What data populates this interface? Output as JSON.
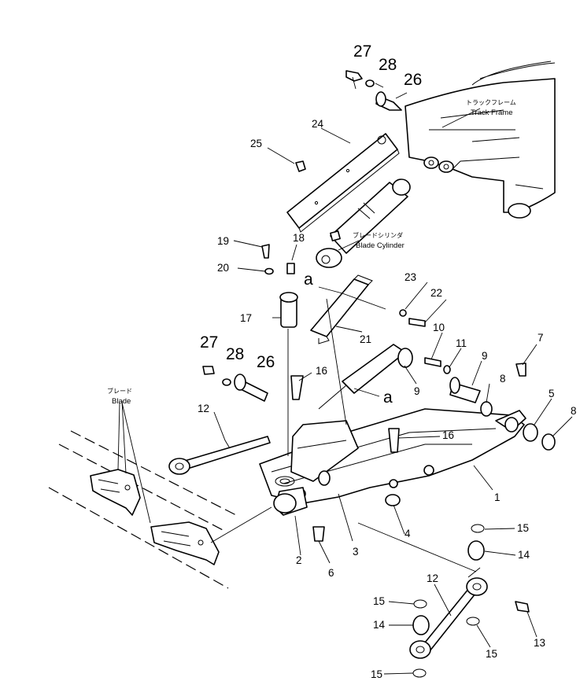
{
  "diagram": {
    "parts": [
      {
        "ref": "1"
      },
      {
        "ref": "2"
      },
      {
        "ref": "3"
      },
      {
        "ref": "4"
      },
      {
        "ref": "5"
      },
      {
        "ref": "6"
      },
      {
        "ref": "7"
      },
      {
        "ref": "8"
      },
      {
        "ref": "9"
      },
      {
        "ref": "10"
      },
      {
        "ref": "11"
      },
      {
        "ref": "12"
      },
      {
        "ref": "13"
      },
      {
        "ref": "14"
      },
      {
        "ref": "15"
      },
      {
        "ref": "16"
      },
      {
        "ref": "17"
      },
      {
        "ref": "18"
      },
      {
        "ref": "19"
      },
      {
        "ref": "20"
      },
      {
        "ref": "21"
      },
      {
        "ref": "22"
      },
      {
        "ref": "23"
      },
      {
        "ref": "24"
      },
      {
        "ref": "25"
      },
      {
        "ref": "26"
      },
      {
        "ref": "27"
      },
      {
        "ref": "28"
      }
    ],
    "refs": {
      "r1": "1",
      "r2": "2",
      "r3": "3",
      "r4": "4",
      "r5": "5",
      "r6": "6",
      "r7": "7",
      "r8a": "8",
      "r8b": "8",
      "r9a": "9",
      "r9b": "9",
      "r10": "10",
      "r11": "11",
      "r12a": "12",
      "r12b": "12",
      "r13": "13",
      "r14a": "14",
      "r14b": "14",
      "r15a": "15",
      "r15b": "15",
      "r15c": "15",
      "r15d": "15",
      "r16a": "16",
      "r16b": "16",
      "r17": "17",
      "r18": "18",
      "r19": "19",
      "r20": "20",
      "r21": "21",
      "r22": "22",
      "r23": "23",
      "r24": "24",
      "r25": "25",
      "r26a": "26",
      "r26b": "26",
      "r27a": "27",
      "r27b": "27",
      "r28a": "28",
      "r28b": "28",
      "markA1": "a",
      "markA2": "a"
    },
    "labels": {
      "track_frame_jp": "トラックフレーム",
      "track_frame_en": "Track Frame",
      "blade_cylinder_jp": "ブレードシリンダ",
      "blade_cylinder_en": "Blade Cylinder",
      "blade_jp": "ブレード",
      "blade_en": "Blade"
    }
  }
}
